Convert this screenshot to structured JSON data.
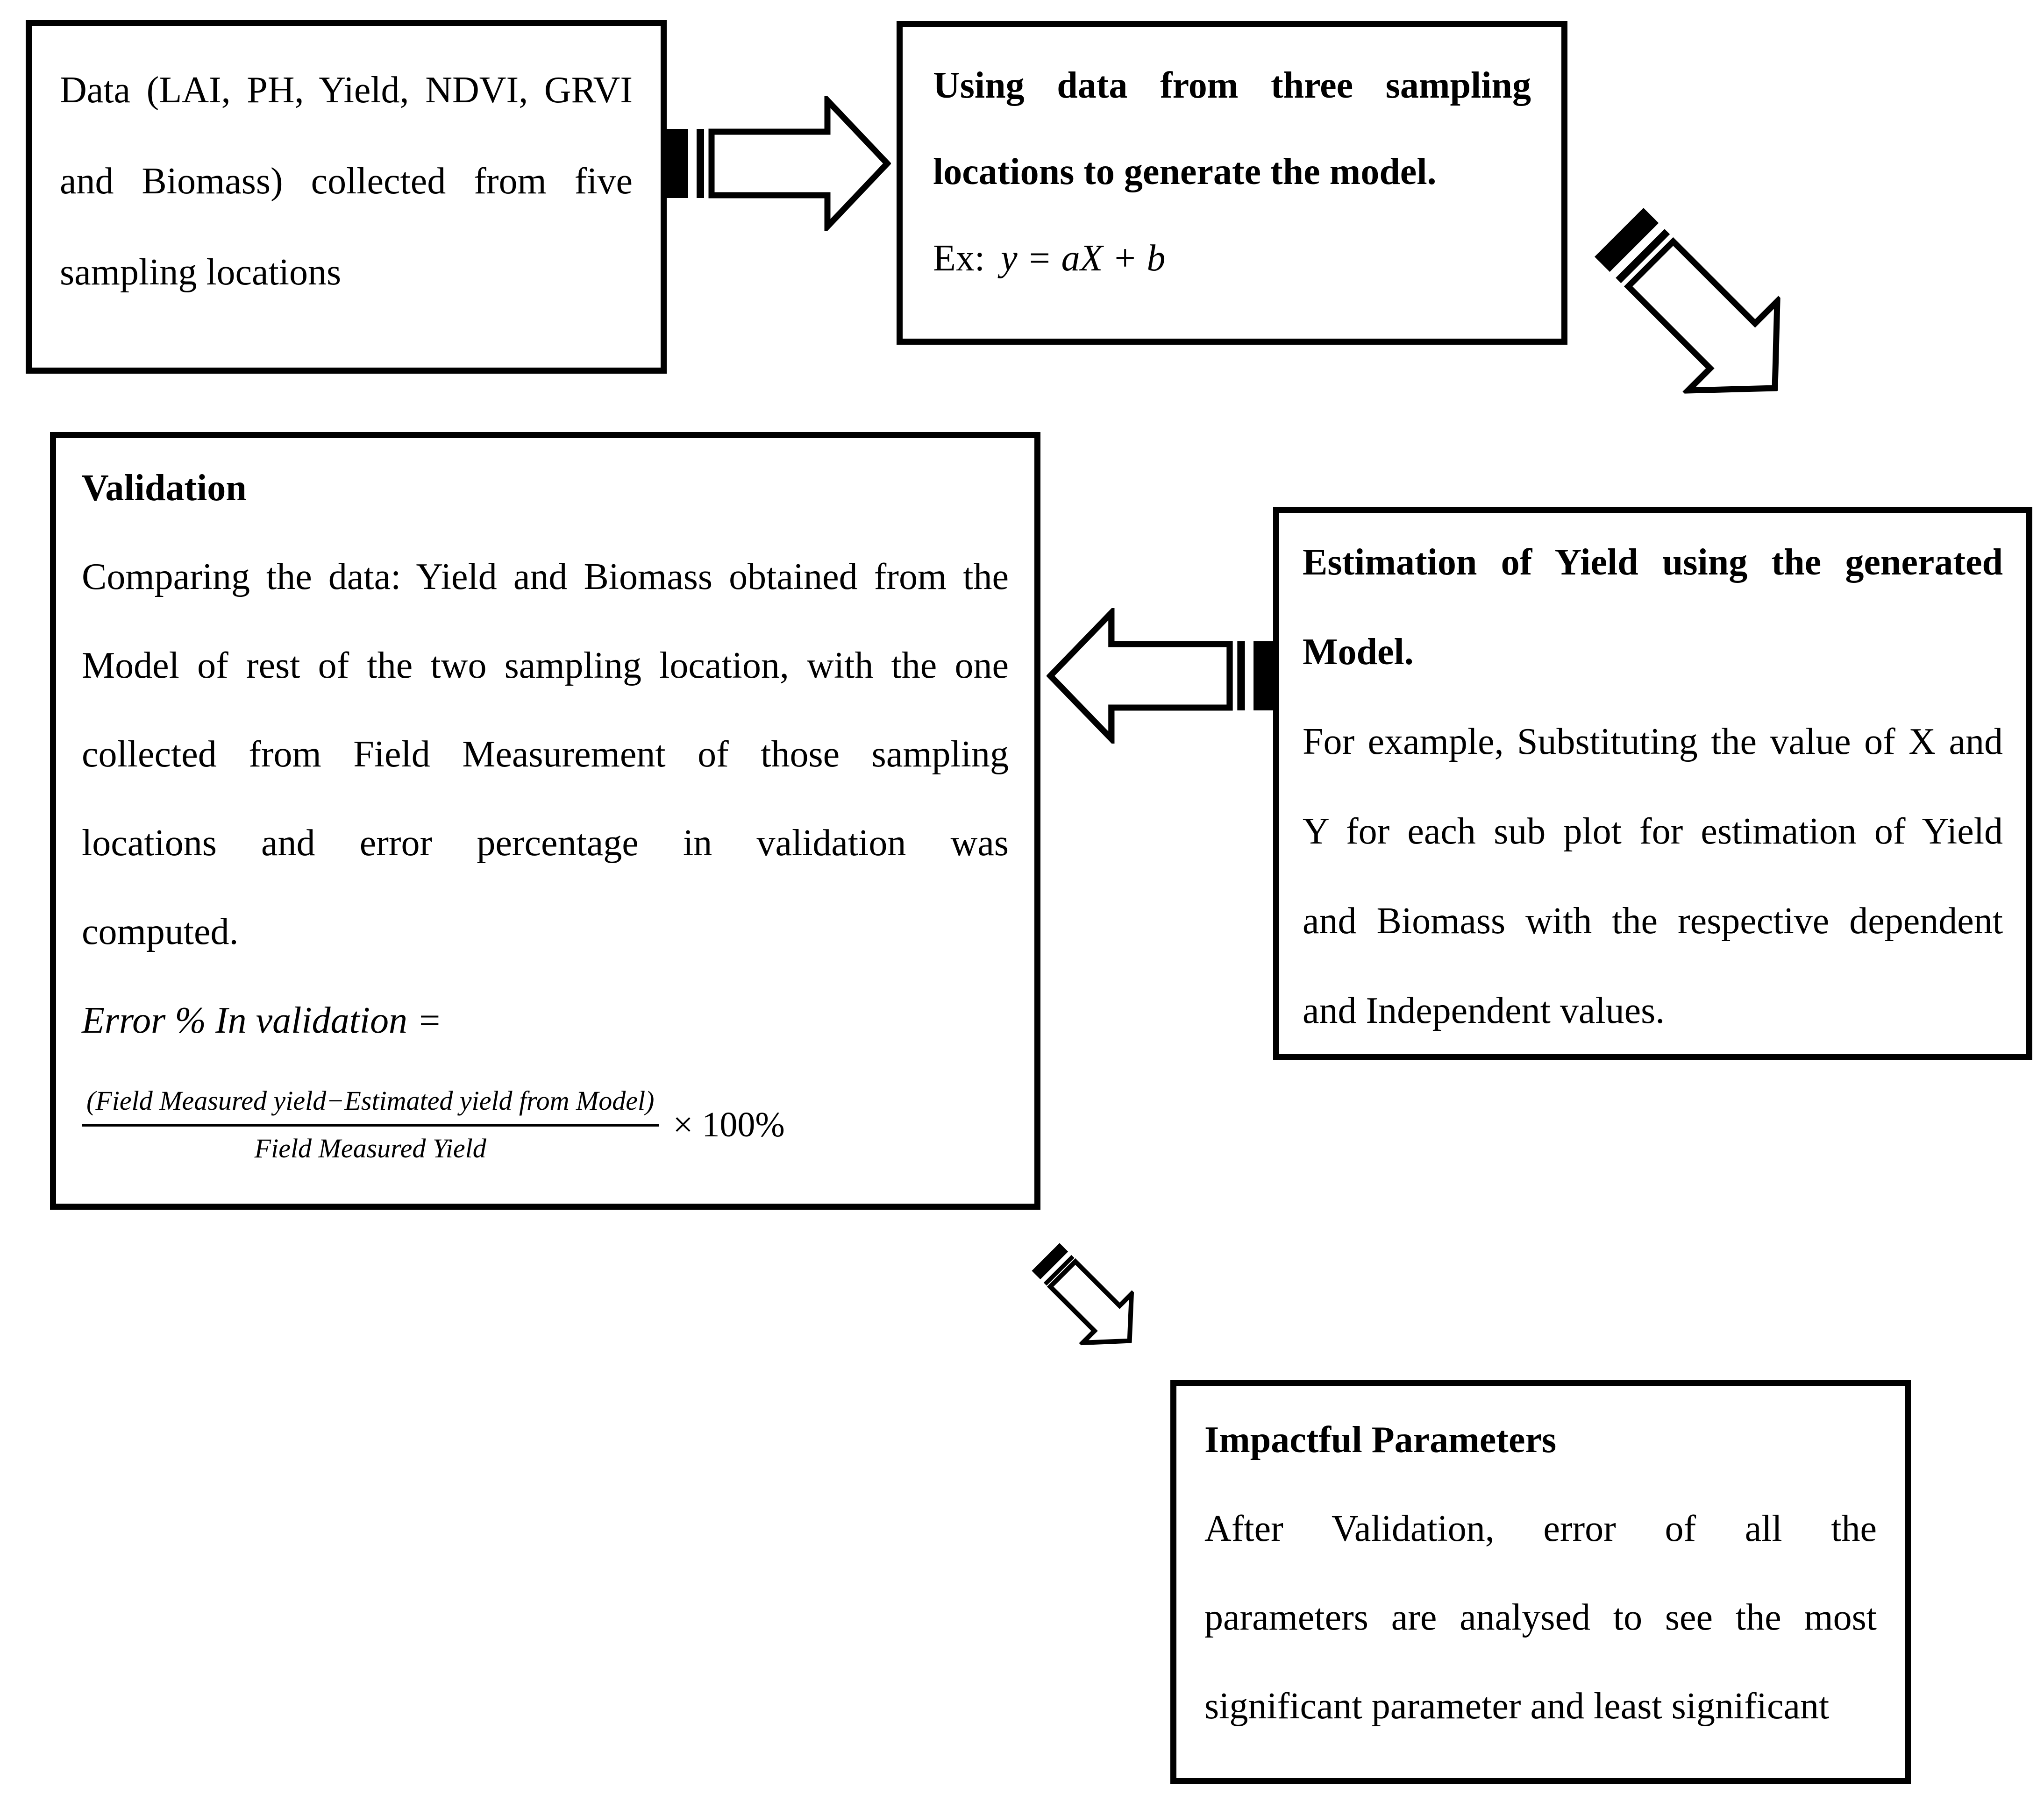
{
  "page": {
    "background": "#ffffff",
    "ink": "#000000"
  },
  "box1": {
    "lines": [
      "Data (LAI, PH, Yield, NDVI, GRVI",
      "and Biomass) collected from five",
      "sampling locations"
    ]
  },
  "box2": {
    "line1": "Using data from three sampling",
    "line2": "locations to generate the model.",
    "ex_label": "Ex:",
    "formula": "y = aX + b"
  },
  "box3": {
    "title": "Validation",
    "para": [
      "Comparing the data: Yield and Biomass obtained from the",
      "Model of rest of the two sampling location, with the one",
      "collected from Field Measurement of those sampling",
      "locations and error percentage in validation was",
      "computed."
    ],
    "error_line": "Error % In validation =",
    "fraction": {
      "numerator": "(Field Measured yield−Estimated yield from Model)",
      "denominator": "Field Measured Yield",
      "multiplier": "× 100%"
    }
  },
  "box4": {
    "line1": "Estimation of Yield using the generated",
    "line2": "Model.",
    "para": [
      "For example, Substituting the value of X and",
      "Y for each sub plot for estimation of Yield",
      "and Biomass with the respective dependent",
      "and Independent values."
    ]
  },
  "box5": {
    "title": "Impactful Parameters",
    "para": [
      "After Validation, error of all the",
      "parameters are analysed to see the most",
      "significant parameter and least significant"
    ]
  }
}
